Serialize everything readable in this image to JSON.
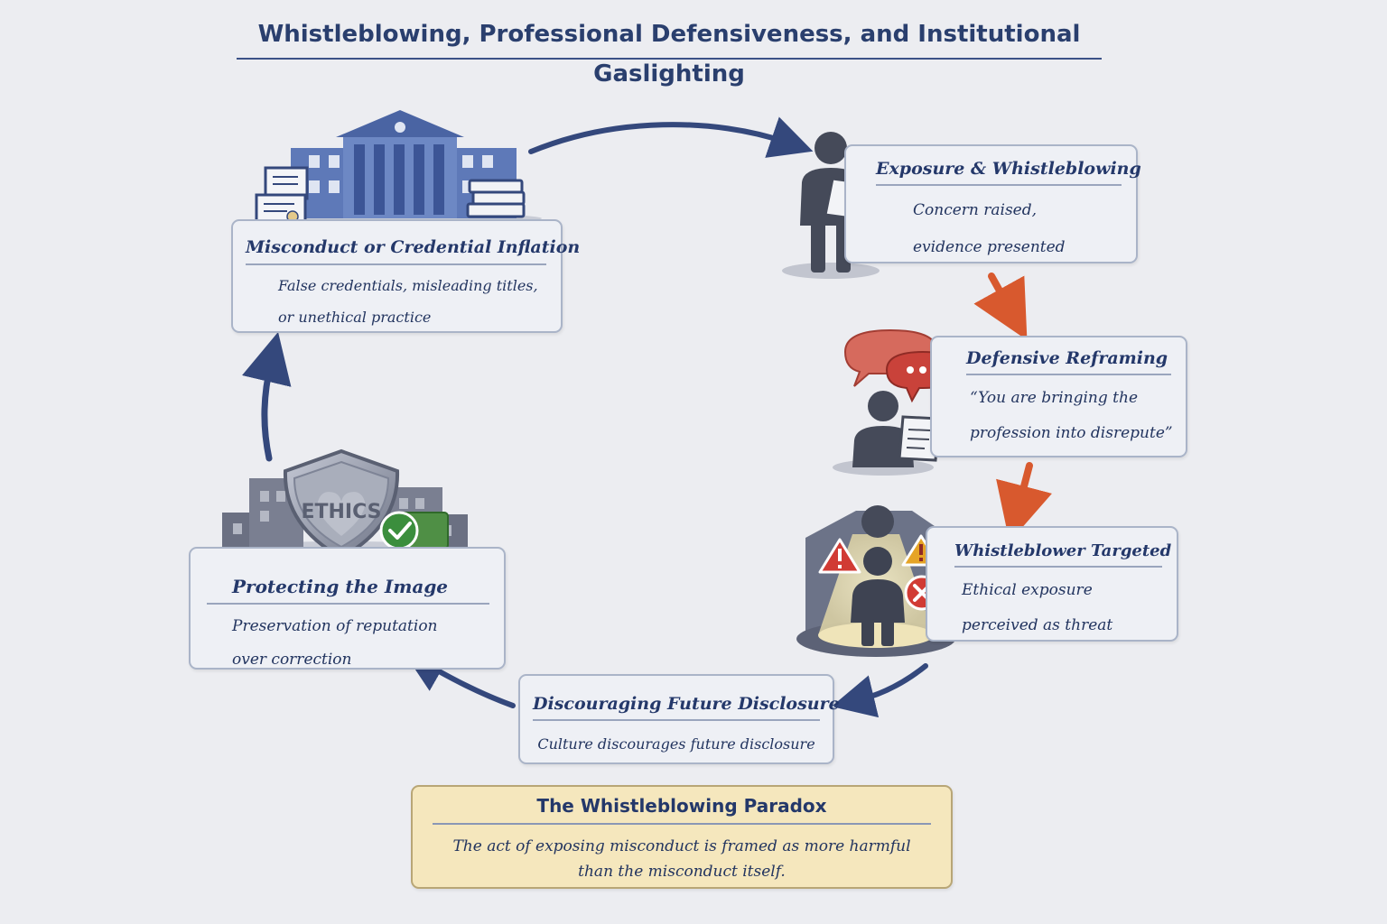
{
  "title": "Whistleblowing, Professional Defensiveness, and Institutional Gaslighting",
  "colors": {
    "navy": "#2a3f6e",
    "arrow_blue": "#34487c",
    "arrow_orange": "#d8592e",
    "box_bg": "#eef0f5",
    "paradox_bg": "#f5e7bd",
    "warning_red": "#d13b34",
    "ok_green": "#3b8e3d"
  },
  "icons": [
    "institution-building-icon",
    "certificate-icon",
    "book-stack-icon",
    "person-with-document-icon",
    "speech-bubbles-icon",
    "person-at-desk-icon",
    "warning-icon",
    "reject-icon",
    "spotlight-person-icon",
    "ethics-shield-icon",
    "checkmark-icon"
  ],
  "stages": {
    "misconduct": {
      "heading": "Misconduct or Credential Inflation",
      "lines": [
        "False credentials, misleading titles,",
        "or unethical practice"
      ]
    },
    "exposure": {
      "heading": "Exposure & Whistleblowing",
      "lines": [
        "Concern raised,",
        "evidence presented"
      ]
    },
    "reframing": {
      "heading": "Defensive Reframing",
      "lines": [
        "“You are bringing the",
        "profession into disrepute”"
      ]
    },
    "targeted": {
      "heading": "Whistleblower Targeted",
      "lines": [
        "Ethical exposure",
        "perceived as threat"
      ]
    },
    "disclosure": {
      "heading": "Discouraging Future Disclosure",
      "lines": [
        "Culture discourages future disclosure"
      ]
    },
    "protecting": {
      "heading": "Protecting the Image",
      "lines": [
        "Preservation of reputation",
        "over correction"
      ]
    }
  },
  "shield_label": "ETHICS",
  "paradox": {
    "heading": "The Whistleblowing Paradox",
    "text": "The act of exposing misconduct is framed as more harmful than the misconduct itself."
  }
}
